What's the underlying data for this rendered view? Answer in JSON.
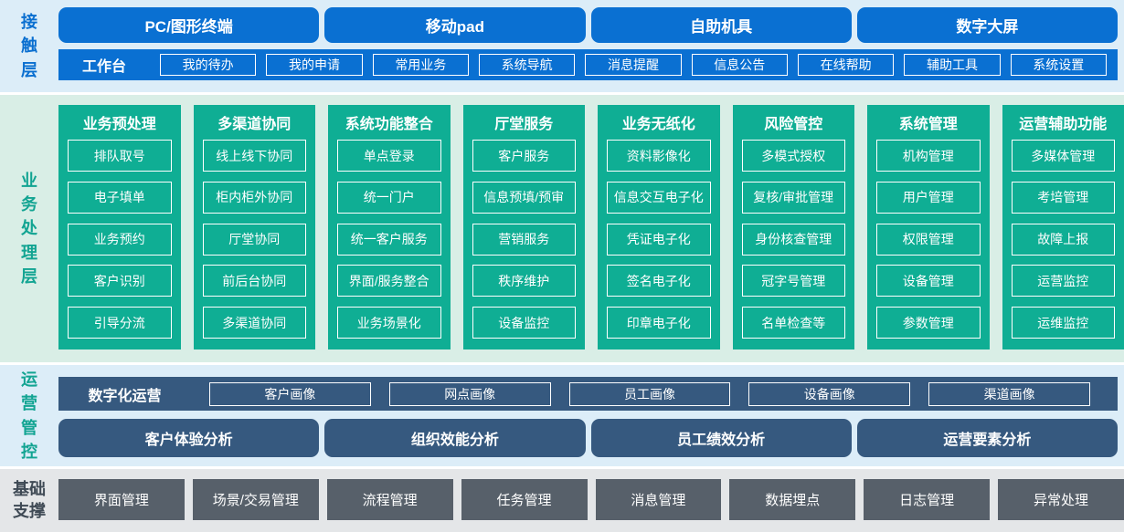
{
  "colors": {
    "contact_blue": "#0a70d2",
    "contact_band_bg": "#dcedf8",
    "business_teal": "#0fae94",
    "business_band_bg": "#d9eee6",
    "ops_slate": "#36597f",
    "ops_band_bg": "#dcedf8",
    "foundation_gray": "#57606a",
    "foundation_band_bg": "#e4e6e8",
    "text_on_fill": "#ffffff"
  },
  "layers": {
    "contact": {
      "label": "接触层",
      "channels": [
        "PC/图形终端",
        "移动pad",
        "自助机具",
        "数字大屏"
      ],
      "workbench": {
        "label": "工作台",
        "items": [
          "我的待办",
          "我的申请",
          "常用业务",
          "系统导航",
          "消息提醒",
          "信息公告",
          "在线帮助",
          "辅助工具",
          "系统设置"
        ]
      }
    },
    "business": {
      "label": "业务处理层",
      "columns": [
        {
          "title": "业务预处理",
          "items": [
            "排队取号",
            "电子填单",
            "业务预约",
            "客户识别",
            "引导分流"
          ]
        },
        {
          "title": "多渠道协同",
          "items": [
            "线上线下协同",
            "柜内柜外协同",
            "厅堂协同",
            "前后台协同",
            "多渠道协同"
          ]
        },
        {
          "title": "系统功能整合",
          "items": [
            "单点登录",
            "统一门户",
            "统一客户服务",
            "界面/服务整合",
            "业务场景化"
          ]
        },
        {
          "title": "厅堂服务",
          "items": [
            "客户服务",
            "信息预填/预审",
            "营销服务",
            "秩序维护",
            "设备监控"
          ]
        },
        {
          "title": "业务无纸化",
          "items": [
            "资料影像化",
            "信息交互电子化",
            "凭证电子化",
            "签名电子化",
            "印章电子化"
          ]
        },
        {
          "title": "风险管控",
          "items": [
            "多模式授权",
            "复核/审批管理",
            "身份核查管理",
            "冠字号管理",
            "名单检查等"
          ]
        },
        {
          "title": "系统管理",
          "items": [
            "机构管理",
            "用户管理",
            "权限管理",
            "设备管理",
            "参数管理"
          ]
        },
        {
          "title": "运营辅助功能",
          "items": [
            "多媒体管理",
            "考培管理",
            "故障上报",
            "运营监控",
            "运维监控"
          ]
        }
      ]
    },
    "operations": {
      "label": "运营管控",
      "digital_row": {
        "label": "数字化运营",
        "items": [
          "客户画像",
          "网点画像",
          "员工画像",
          "设备画像",
          "渠道画像"
        ]
      },
      "analysis_row": [
        "客户体验分析",
        "组织效能分析",
        "员工绩效分析",
        "运营要素分析"
      ]
    },
    "foundation": {
      "label": "基础支撑",
      "items": [
        "界面管理",
        "场景/交易管理",
        "流程管理",
        "任务管理",
        "消息管理",
        "数据埋点",
        "日志管理",
        "异常处理"
      ]
    }
  }
}
